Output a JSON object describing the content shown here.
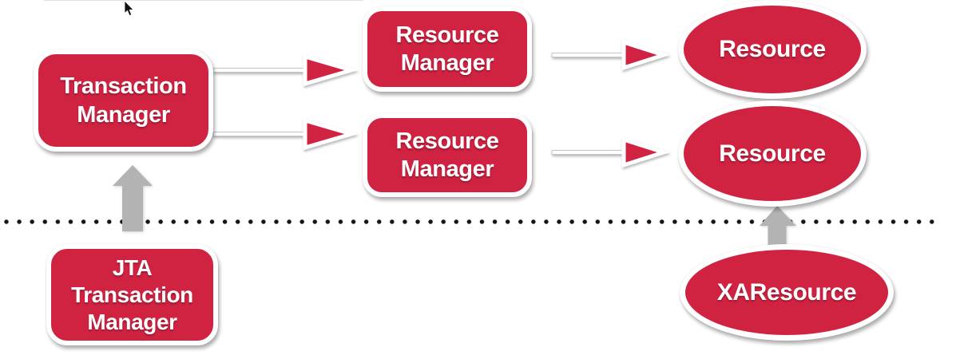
{
  "colors": {
    "node-red": "#d02342",
    "arrow-gray": "#b3b3b3",
    "dot-black": "#151515",
    "text-white": "#ffffff"
  },
  "nodes": {
    "transaction_manager": {
      "shape": "rounded-rectangle",
      "lines": [
        "Transaction",
        "Manager"
      ]
    },
    "resource_manager_1": {
      "shape": "rounded-rectangle",
      "lines": [
        "Resource",
        "Manager"
      ]
    },
    "resource_manager_2": {
      "shape": "rounded-rectangle",
      "lines": [
        "Resource",
        "Manager"
      ]
    },
    "resource_1": {
      "shape": "ellipse",
      "lines": [
        "Resource"
      ]
    },
    "resource_2": {
      "shape": "ellipse",
      "lines": [
        "Resource"
      ]
    },
    "jta_transaction_manager": {
      "shape": "rounded-rectangle",
      "lines": [
        "JTA",
        "Transaction",
        "Manager"
      ]
    },
    "xa_resource": {
      "shape": "ellipse",
      "lines": [
        "XAResource"
      ]
    }
  },
  "connections": [
    {
      "from": "transaction_manager",
      "to": "resource_manager_1",
      "style": "red-outlined-arrow",
      "direction": "right"
    },
    {
      "from": "transaction_manager",
      "to": "resource_manager_2",
      "style": "red-outlined-arrow",
      "direction": "right"
    },
    {
      "from": "resource_manager_1",
      "to": "resource_1",
      "style": "red-outlined-arrow",
      "direction": "right"
    },
    {
      "from": "resource_manager_2",
      "to": "resource_2",
      "style": "red-outlined-arrow",
      "direction": "right"
    },
    {
      "from": "jta_transaction_manager",
      "to": "transaction_manager",
      "style": "gray-block-arrow",
      "direction": "up"
    },
    {
      "from": "xa_resource",
      "to": "resource_2",
      "style": "gray-block-arrow",
      "direction": "up"
    }
  ],
  "divider": {
    "style": "dotted-horizontal-line"
  }
}
